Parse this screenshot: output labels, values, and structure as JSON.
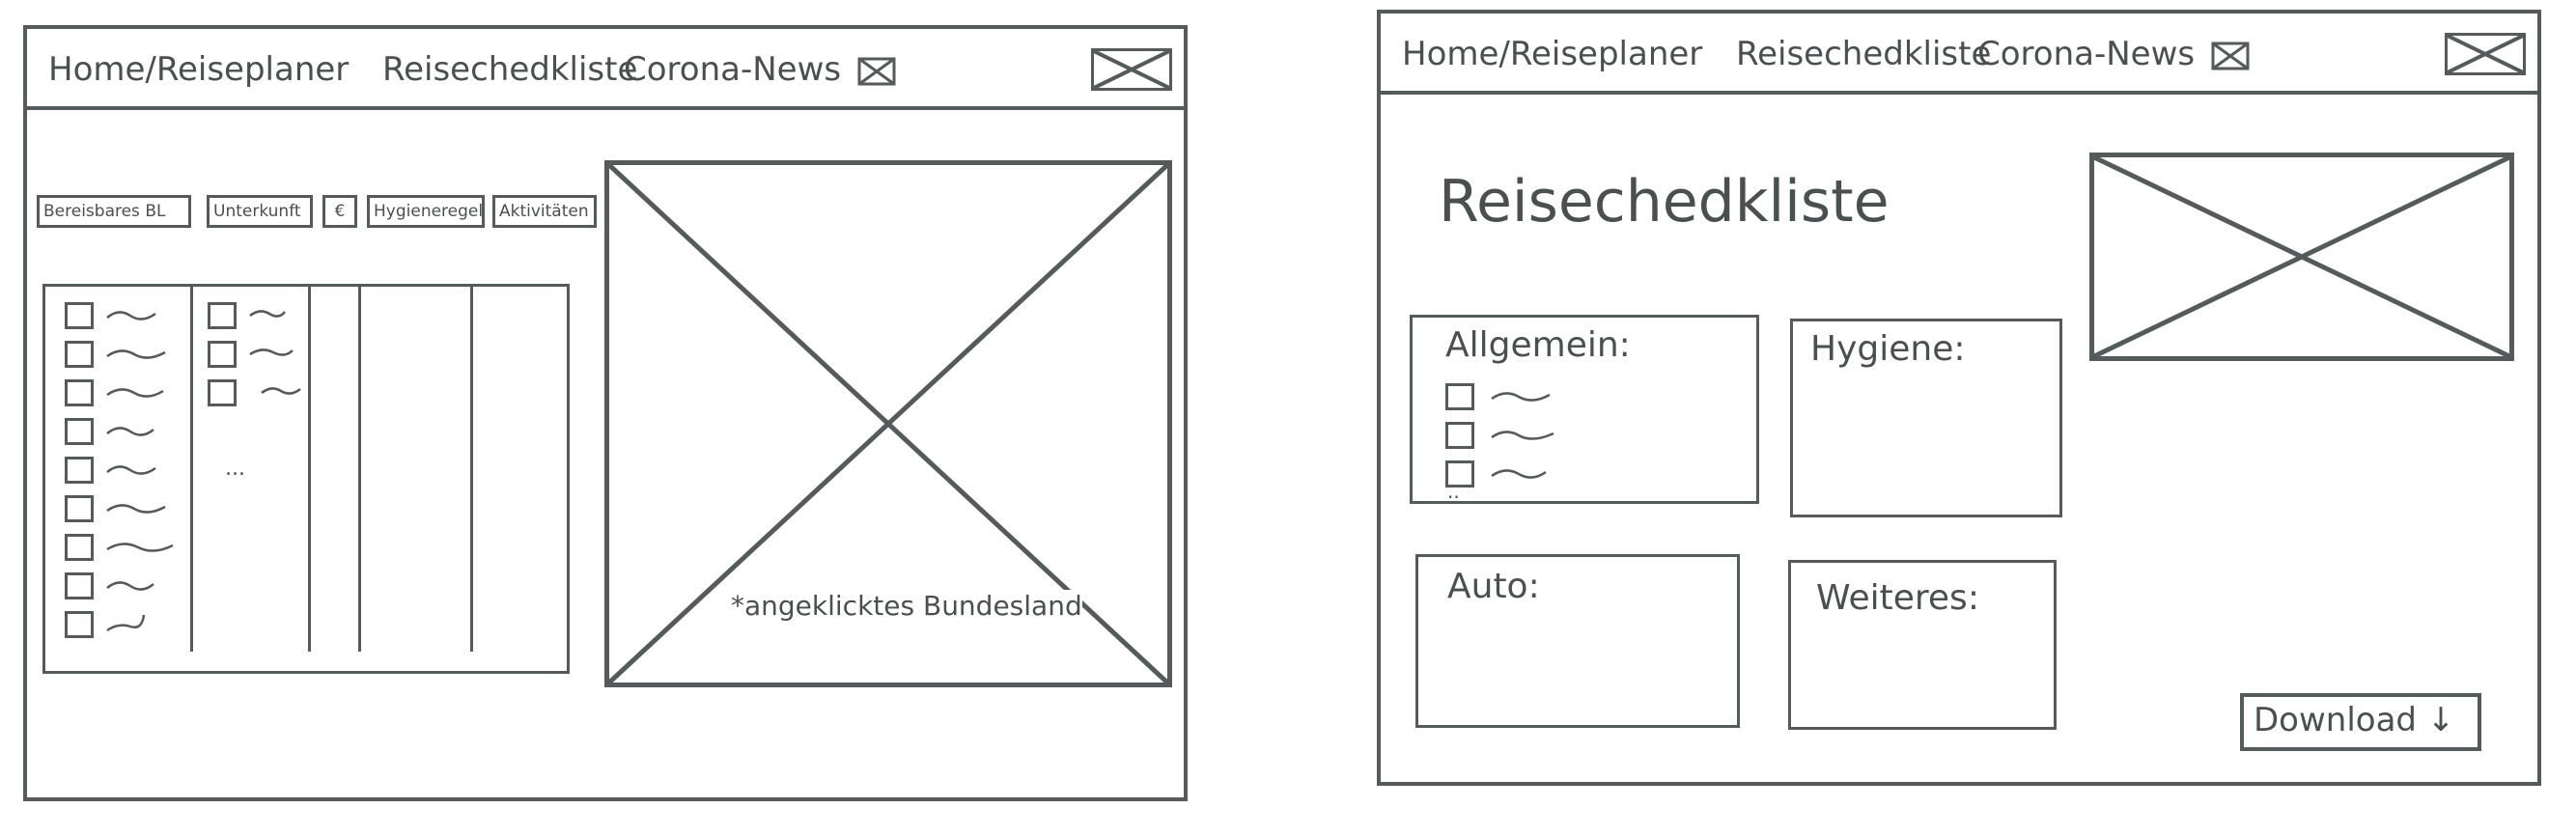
{
  "nav": {
    "home": "Home/Reiseplaner",
    "checklist": "Reisechedkliste",
    "news": "Corona-News",
    "news_icon": "mail-icon",
    "logo_icon": "image-placeholder-icon"
  },
  "planner": {
    "tabs": [
      "Bereisbares BL",
      "Unterkunft",
      "€",
      "Hygieneregeln",
      "Aktivitäten"
    ],
    "ellipsis": "...",
    "map_note": "*angeklicktes Bundesland"
  },
  "checklist": {
    "title": "Reisechedkliste",
    "sections": {
      "general": "Allgemein:",
      "hygiene": "Hygiene:",
      "car": "Auto:",
      "other": "Weiteres:"
    },
    "more": "..",
    "download_label": "Download",
    "download_icon": "arrow-down-icon"
  }
}
